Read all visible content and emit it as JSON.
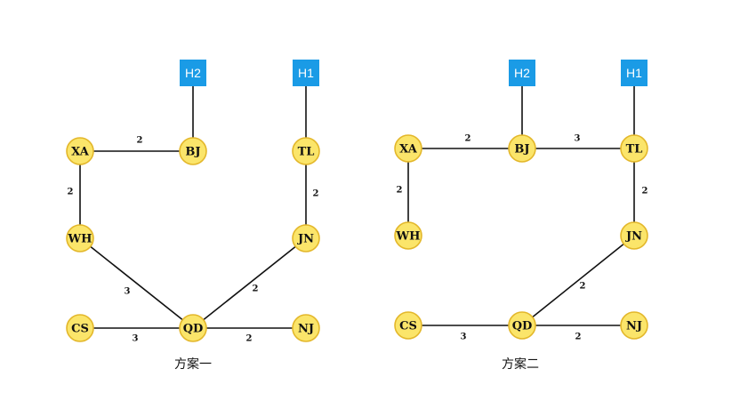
{
  "diagrams": [
    {
      "caption": "方案一",
      "hosts": [
        {
          "id": "H2",
          "label": "H2"
        },
        {
          "id": "H1",
          "label": "H1"
        }
      ],
      "nodes": [
        {
          "id": "XA",
          "label": "XA"
        },
        {
          "id": "BJ",
          "label": "BJ"
        },
        {
          "id": "TL",
          "label": "TL"
        },
        {
          "id": "WH",
          "label": "WH"
        },
        {
          "id": "JN",
          "label": "JN"
        },
        {
          "id": "CS",
          "label": "CS"
        },
        {
          "id": "QD",
          "label": "QD"
        },
        {
          "id": "NJ",
          "label": "NJ"
        }
      ],
      "edges": [
        {
          "from": "H2",
          "to": "BJ",
          "weight": ""
        },
        {
          "from": "H1",
          "to": "TL",
          "weight": ""
        },
        {
          "from": "XA",
          "to": "BJ",
          "weight": "2"
        },
        {
          "from": "XA",
          "to": "WH",
          "weight": "2"
        },
        {
          "from": "TL",
          "to": "JN",
          "weight": "2"
        },
        {
          "from": "WH",
          "to": "QD",
          "weight": "3"
        },
        {
          "from": "JN",
          "to": "QD",
          "weight": "2"
        },
        {
          "from": "CS",
          "to": "QD",
          "weight": "3"
        },
        {
          "from": "QD",
          "to": "NJ",
          "weight": "2"
        }
      ]
    },
    {
      "caption": "方案二",
      "hosts": [
        {
          "id": "H2",
          "label": "H2"
        },
        {
          "id": "H1",
          "label": "H1"
        }
      ],
      "nodes": [
        {
          "id": "XA",
          "label": "XA"
        },
        {
          "id": "BJ",
          "label": "BJ"
        },
        {
          "id": "TL",
          "label": "TL"
        },
        {
          "id": "WH",
          "label": "WH"
        },
        {
          "id": "JN",
          "label": "JN"
        },
        {
          "id": "CS",
          "label": "CS"
        },
        {
          "id": "QD",
          "label": "QD"
        },
        {
          "id": "NJ",
          "label": "NJ"
        }
      ],
      "edges": [
        {
          "from": "H2",
          "to": "BJ",
          "weight": ""
        },
        {
          "from": "H1",
          "to": "TL",
          "weight": ""
        },
        {
          "from": "XA",
          "to": "BJ",
          "weight": "2"
        },
        {
          "from": "BJ",
          "to": "TL",
          "weight": "3"
        },
        {
          "from": "XA",
          "to": "WH",
          "weight": "2"
        },
        {
          "from": "TL",
          "to": "JN",
          "weight": "2"
        },
        {
          "from": "JN",
          "to": "QD",
          "weight": "2"
        },
        {
          "from": "CS",
          "to": "QD",
          "weight": "3"
        },
        {
          "from": "QD",
          "to": "NJ",
          "weight": "2"
        }
      ]
    }
  ],
  "colors": {
    "node_fill": "#fbe56a",
    "node_stroke": "#e3b72a",
    "host_fill": "#1a9be6",
    "edge": "#111111"
  }
}
